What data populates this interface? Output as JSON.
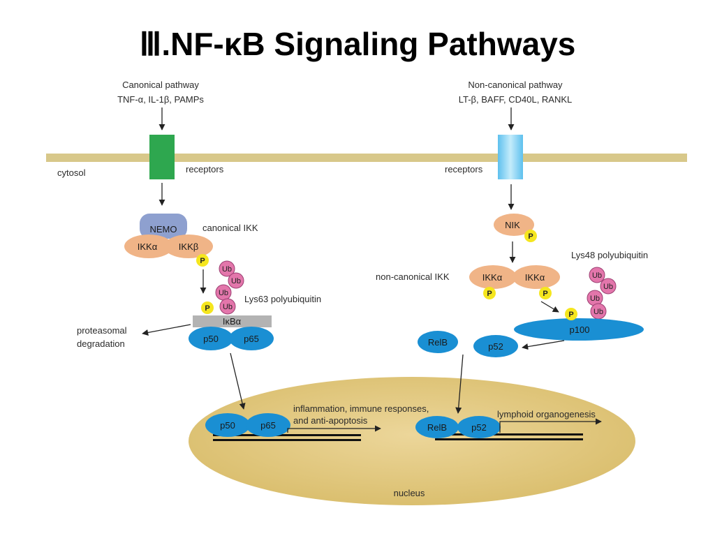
{
  "title": "Ⅲ.NF-κB Signaling Pathways",
  "canonical": {
    "pathway_label": "Canonical pathway",
    "ligands": "TNF-α, IL-1β, PAMPs",
    "receptor_label": "receptors",
    "nemo": "NEMO",
    "ikk_alpha": "IKKα",
    "ikk_beta": "IKKβ",
    "ikk_label": "canonical IKK",
    "ub_label": "Lys63 polyubiquitin",
    "ikb": "IκBα",
    "p50": "p50",
    "p65": "p65",
    "degradation": [
      "proteasomal",
      "degradation"
    ],
    "nuclear_p50": "p50",
    "nuclear_p65": "p65",
    "target_genes": [
      "inflammation, immune responses,",
      "and anti-apoptosis"
    ]
  },
  "noncanonical": {
    "pathway_label": "Non-canonical pathway",
    "ligands": "LT-β, BAFF, CD40L, RANKL",
    "receptor_label": "receptors",
    "nik": "NIK",
    "ikk_alpha_1": "IKKα",
    "ikk_alpha_2": "IKKα",
    "ikk_label": "non-canonical IKK",
    "ub_label": "Lys48 polyubiquitin",
    "p100": "p100",
    "relb": "RelB",
    "p52": "p52",
    "nuclear_relb": "RelB",
    "nuclear_p52": "p52",
    "target_genes": "lymphoid organogenesis"
  },
  "cytosol_label": "cytosol",
  "nucleus_label": "nucleus",
  "phospho": "P",
  "ubiquitin": "Ub",
  "colors": {
    "membrane": "#d8c88a",
    "nucleus": "#e0c77a",
    "canonical_receptor": "#2ea74f",
    "noncanonical_receptor": "#8fd3f2",
    "subunit_blue": "#1a8fd3",
    "ikk_peach": "#f0b487",
    "nemo": "#8ea0cf",
    "ubiquitin_pink": "#e376ab",
    "phospho_yellow": "#f5e61e",
    "ikb_gray": "#b3b3b3"
  }
}
